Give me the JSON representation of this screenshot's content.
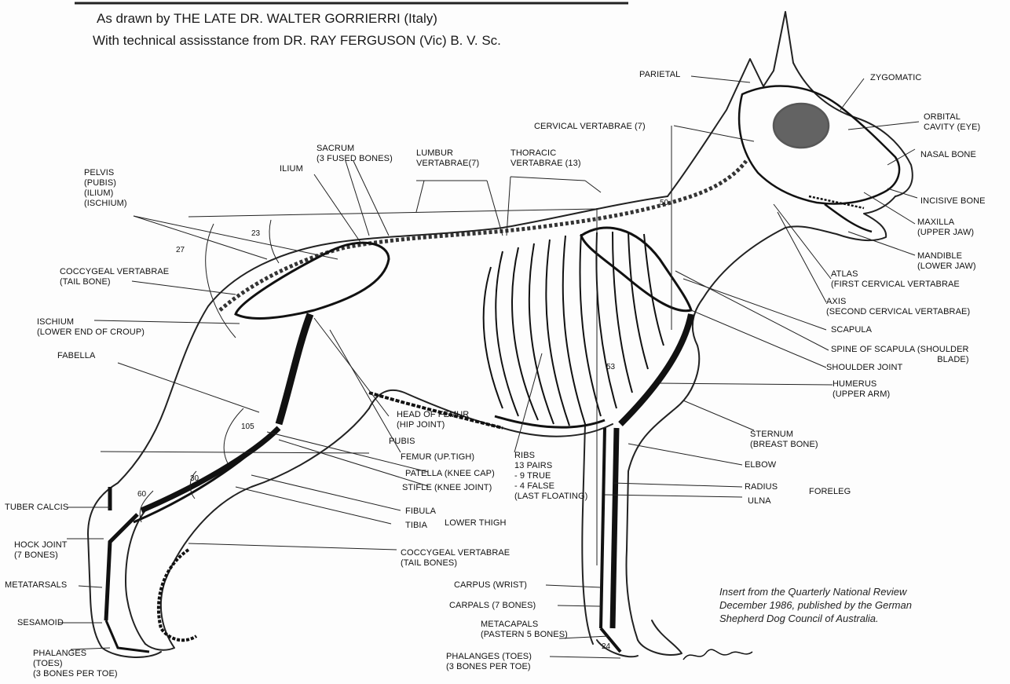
{
  "header": {
    "line1": "As drawn by  THE  LATE DR.  WALTER GORRIERRI  (Italy)",
    "line2": "With technical assisstance from  DR. RAY FERGUSON (Vic)  B. V. Sc."
  },
  "footnote": {
    "line1": "Insert from the Quarterly National Review",
    "line2": "December 1986, published by the German",
    "line3": "Shepherd Dog Council of Australia."
  },
  "angles": {
    "a27": "27",
    "a23": "23",
    "a105": "105",
    "a30": "30",
    "a60": "60",
    "a53": "53",
    "a50": "50",
    "a24": "24"
  },
  "labels": {
    "parietal": "PARIETAL",
    "zygomatic": "ZYGOMATIC",
    "orbital_1": "ORBITAL",
    "orbital_2": "CAVITY (EYE)",
    "cervical": "CERVICAL VERTABRAE (7)",
    "nasal": "NASAL BONE",
    "sacrum_1": "SACRUM",
    "sacrum_2": "(3 FUSED BONES)",
    "lumbur_1": "LUMBUR",
    "lumbur_2": "VERTABRAE(7)",
    "thoracic_1": "THORACIC",
    "thoracic_2": "VERTABRAE (13)",
    "ilium": "ILIUM",
    "pelvis_1": "PELVIS",
    "pelvis_2": "(PUBIS)",
    "pelvis_3": "(ILIUM)",
    "pelvis_4": "(ISCHIUM)",
    "incisive": "INCISIVE BONE",
    "maxilla_1": "MAXILLA",
    "maxilla_2": "(UPPER JAW)",
    "mandible_1": "MANDIBLE",
    "mandible_2": "(LOWER JAW)",
    "coccygeal_1": "COCCYGEAL VERTABRAE",
    "coccygeal_2": "(TAIL BONE)",
    "atlas_1": "ATLAS",
    "atlas_2": "(FIRST CERVICAL VERTABRAE",
    "axis_1": "AXIS",
    "axis_2": "(SECOND CERVICAL VERTABRAE)",
    "ischium_1": "ISCHIUM",
    "ischium_2": "(LOWER END OF CROUP)",
    "scapula": "SCAPULA",
    "spine_scapula_1": "SPINE OF SCAPULA (SHOULDER",
    "spine_scapula_2": "BLADE)",
    "shoulder_joint": "SHOULDER JOINT",
    "fabella": "FABELLA",
    "humerus_1": "HUMERUS",
    "humerus_2": "(UPPER ARM)",
    "head_femur_1": "HEAD OF FEMUR",
    "head_femur_2": "(HIP JOINT)",
    "pubis": "PUBIS",
    "sternum_1": "STERNUM",
    "sternum_2": "(BREAST BONE)",
    "femur": "FEMUR (UP.TIGH)",
    "ribs_1": "RIBS",
    "ribs_2": "13 PAIRS",
    "ribs_3": "- 9 TRUE",
    "ribs_4": "- 4 FALSE",
    "ribs_5": "(LAST FLOATING)",
    "elbow": "ELBOW",
    "patella": "PATELLA (KNEE CAP)",
    "stifle": "STIFLE (KNEE JOINT)",
    "radius": "RADIUS",
    "foreleg": "FORELEG",
    "ulna": "ULNA",
    "tuber_calcis": "TUBER CALCIS",
    "fibula": "FIBULA",
    "tibia": "TIBIA",
    "lower_thigh": "LOWER THIGH",
    "hock_1": "HOCK JOINT",
    "hock_2": "(7 BONES)",
    "coccygeal_tail_1": "COCCYGEAL VERTABRAE",
    "coccygeal_tail_2": "(TAIL BONES)",
    "metatarsals": "METATARSALS",
    "carpus": "CARPUS (WRIST)",
    "carpals": "CARPALS (7 BONES)",
    "sesamoid": "SESAMOID",
    "metacapals_1": "METACAPALS",
    "metacapals_2": "(PASTERN 5 BONES)",
    "phal_hind_1": "PHALANGES",
    "phal_hind_2": "(TOES)",
    "phal_hind_3": "(3 BONES PER TOE)",
    "phal_fore_1": "PHALANGES (TOES)",
    "phal_fore_2": "(3 BONES PER TOE)"
  }
}
